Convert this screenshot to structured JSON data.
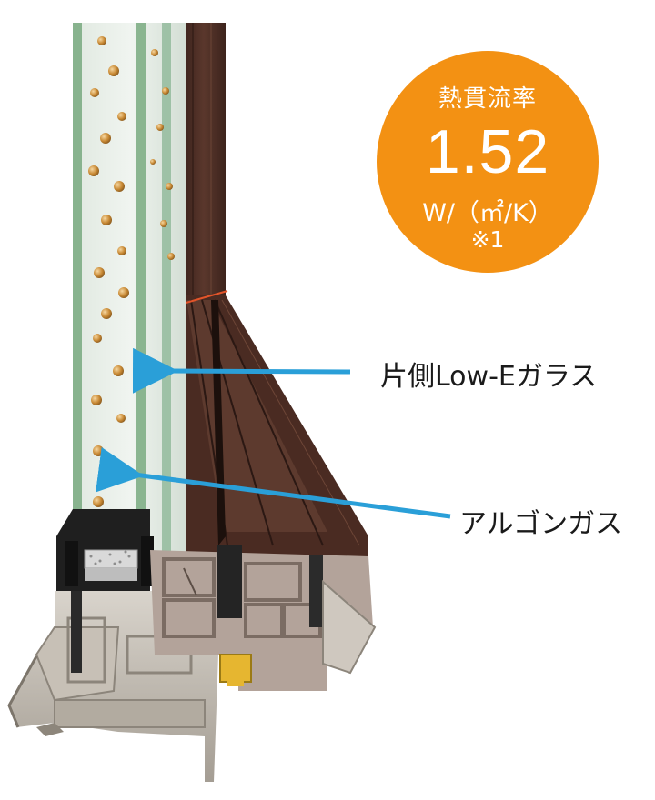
{
  "badge": {
    "title": "熱貫流率",
    "value": "1.52",
    "unit": "W/（㎡/K）",
    "note": "※1",
    "color": "#f39113"
  },
  "labels": {
    "low_e_glass": "片側Low-Eガラス",
    "argon_gas": "アルゴンガス"
  },
  "colors": {
    "arrow": "#2a9fd8",
    "frame_exterior": "#4a2b22",
    "frame_interior": "#b9b2a8",
    "glass": "#dfe8e0",
    "argon_bubbles": "#c98a35",
    "spacer_accent": "#e6b630"
  }
}
